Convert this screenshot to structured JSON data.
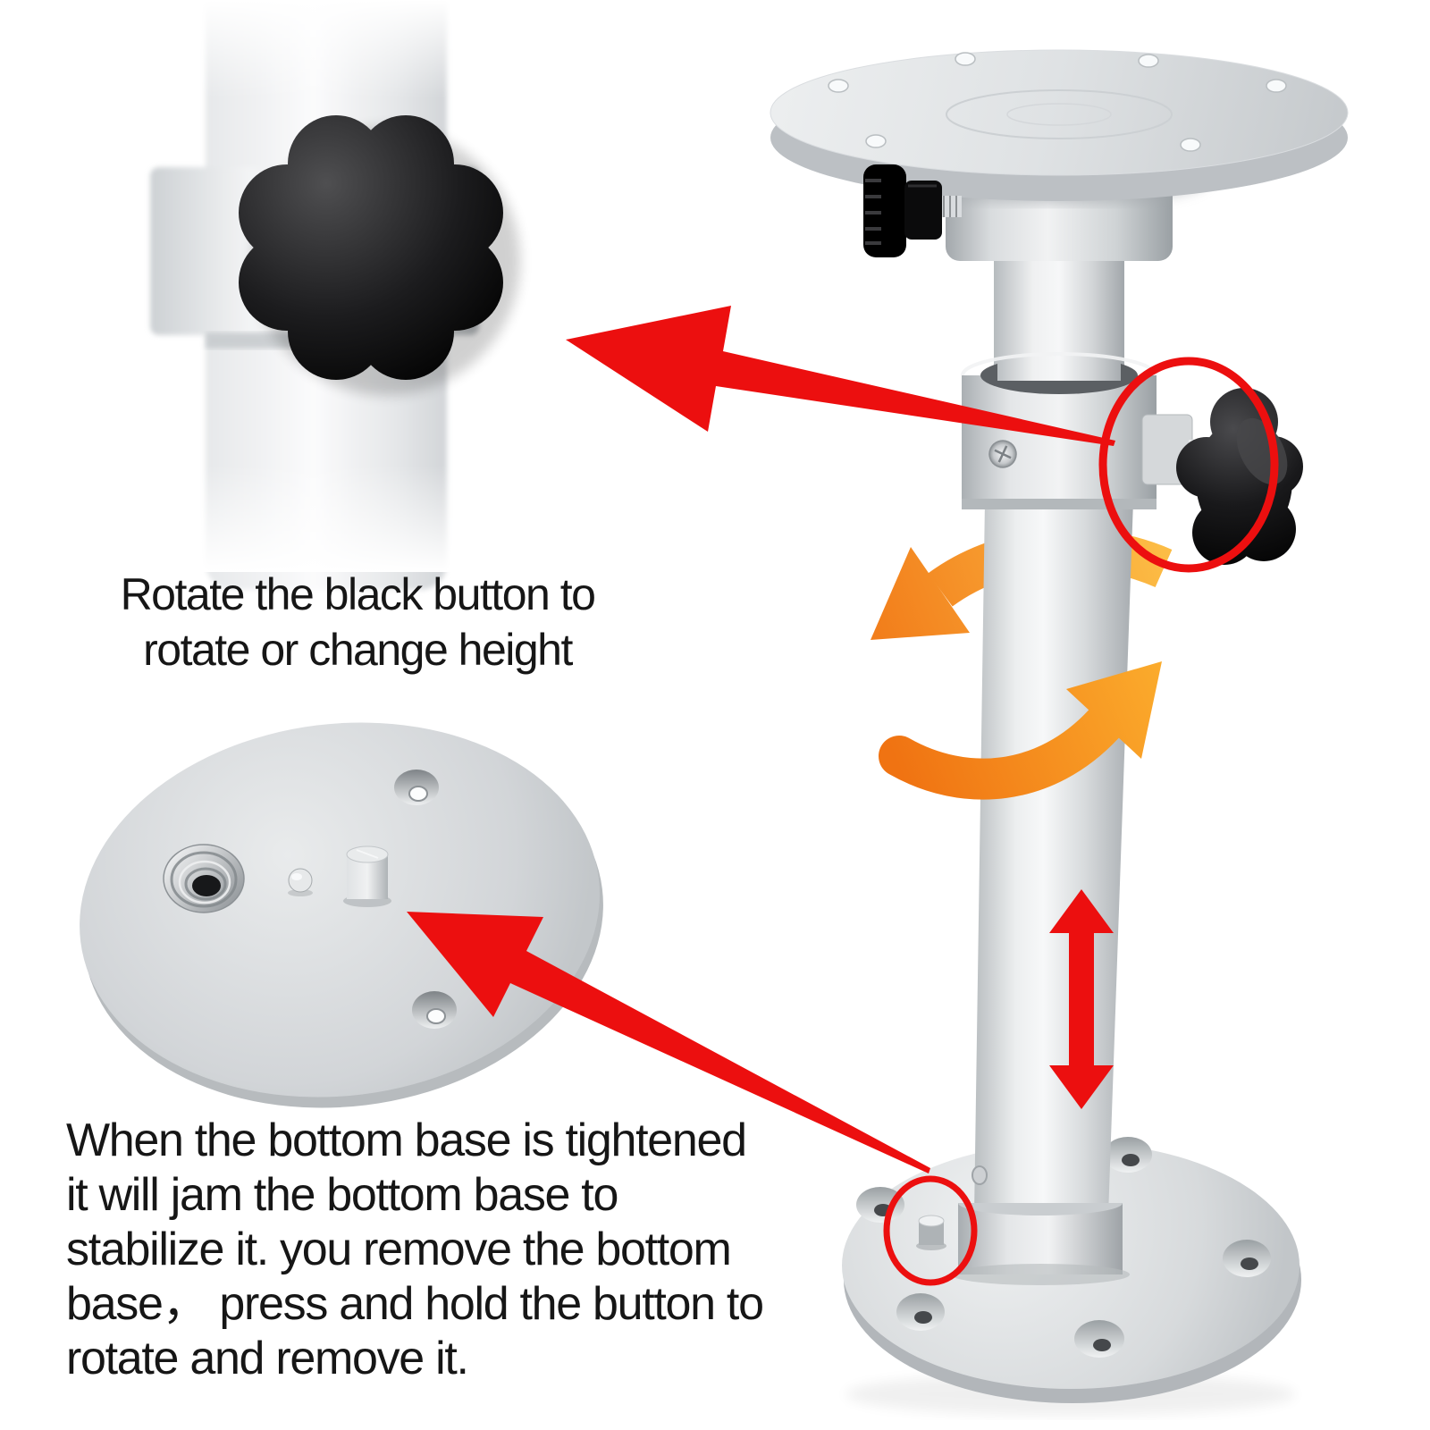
{
  "captions": {
    "rotate_note": {
      "line1": "Rotate the black button to",
      "line2": "rotate or change height"
    },
    "base_note": {
      "line1": "When the bottom base is tightened",
      "line2": "it will jam the bottom base to",
      "line3": "stabilize it. you remove the bottom",
      "line4": "base，  press and hold the button to",
      "line5": "rotate and remove it."
    }
  },
  "colors": {
    "annotation_red": "#ec0f0f",
    "orange_arrow_light": "#fcb53b",
    "orange_arrow_dark": "#f2711c",
    "metal_light": "#f4f5f6",
    "metal_dark": "#9aa0a4",
    "knob_black": "#0b0b0c",
    "text": "#161616",
    "background": "#ffffff"
  },
  "annotations": {
    "knob_detail_arrow": "left-arrow-icon",
    "knob_highlight": "circle-highlight-icon",
    "rotation_arrows": "rotate-arrows-icon",
    "height_arrow": "up-down-arrow-icon",
    "base_highlight": "circle-highlight-icon",
    "base_detail_arrow": "diagonal-arrow-icon"
  }
}
